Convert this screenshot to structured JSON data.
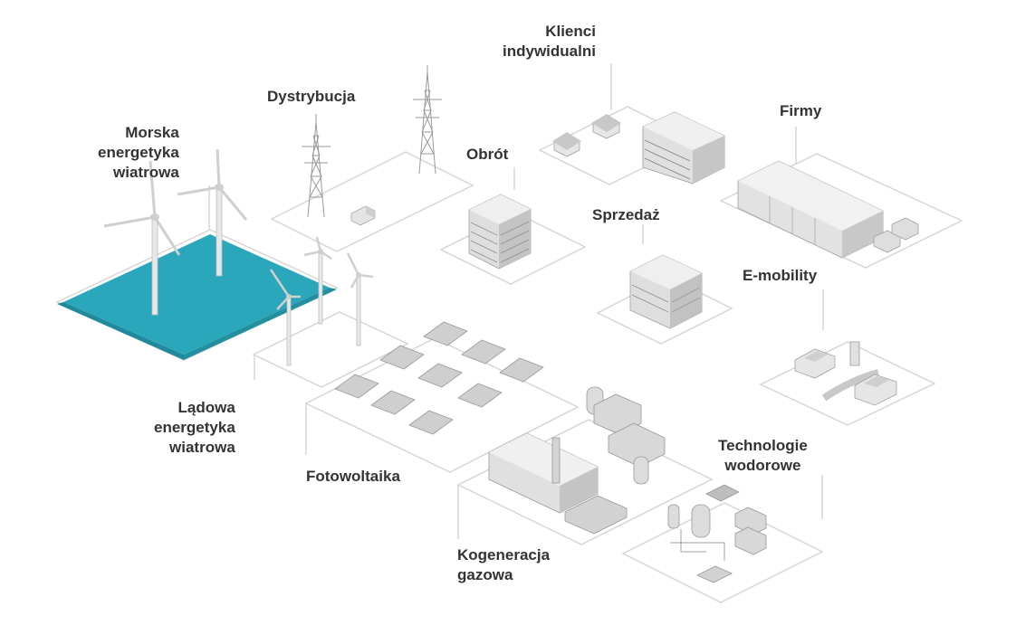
{
  "colors": {
    "sea": "#2aa7bb",
    "sea_edge": "#1f8a9b",
    "outline": "#d6d6d6",
    "building": "#dcdcdc",
    "building_dark": "#b9b9b9",
    "panel": "#cfcfcf",
    "text": "#333333"
  },
  "labels": {
    "offshore_wind": [
      "Morska",
      "energetyka",
      "wiatrowa"
    ],
    "distribution": [
      "Dystrybucja"
    ],
    "individual_clients": [
      "Klienci",
      "indywidualni"
    ],
    "trade": [
      "Obrót"
    ],
    "companies": [
      "Firmy"
    ],
    "sales": [
      "Sprzedaż"
    ],
    "e_mobility": [
      "E-mobility"
    ],
    "onshore_wind": [
      "Lądowa",
      "energetyka",
      "wiatrowa"
    ],
    "photovoltaics": [
      "Fotowoltaika"
    ],
    "hydrogen": [
      "Technologie",
      "wodorowe"
    ],
    "cogeneration": [
      "Kogeneracja",
      "gazowa"
    ]
  },
  "icons": [
    "wind-turbine-icon",
    "power-pylon-icon",
    "van-icon",
    "office-building-icon",
    "house-icon",
    "warehouse-icon",
    "solar-panel-icon",
    "electric-car-icon",
    "charging-station-icon",
    "gas-plant-icon",
    "hydrogen-plant-icon"
  ]
}
